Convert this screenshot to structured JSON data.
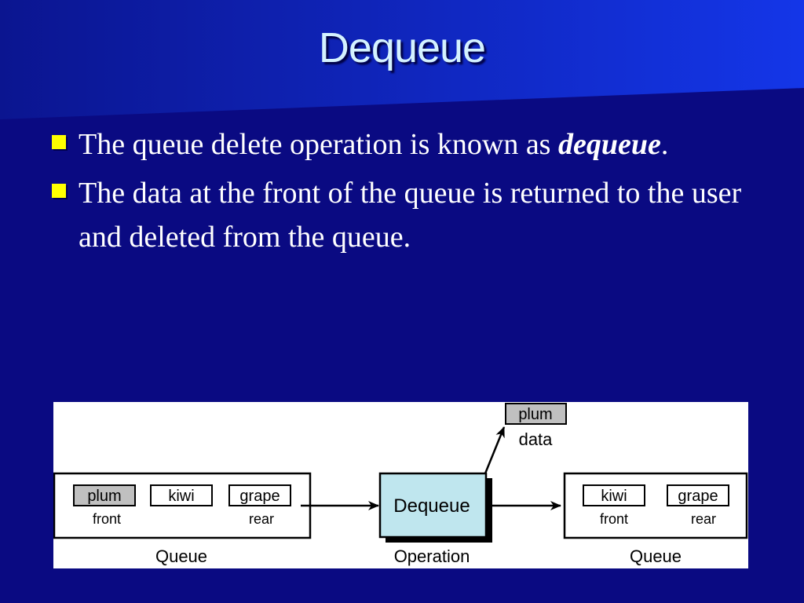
{
  "slide": {
    "title": "Dequeue",
    "bullets": [
      {
        "text": "The queue delete operation is known as ",
        "emphasis": "dequeue",
        "after": "."
      },
      {
        "text": "The data at the front of the queue is returned to the user and deleted from the queue."
      }
    ]
  },
  "diagram": {
    "input_queue": {
      "label": "Queue",
      "items": [
        "plum",
        "kiwi",
        "grape"
      ],
      "front_label": "front",
      "rear_label": "rear"
    },
    "operation": {
      "name": "Dequeue",
      "label": "Operation"
    },
    "returned": {
      "item": "plum",
      "label": "data"
    },
    "output_queue": {
      "label": "Queue",
      "items": [
        "kiwi",
        "grape"
      ],
      "front_label": "front",
      "rear_label": "rear"
    },
    "colors": {
      "front_item_fill": "#c0c0c0",
      "operation_fill": "#bfe6ee",
      "slide_background": "#0a0a82",
      "bullet_marker": "#ffff00"
    }
  }
}
